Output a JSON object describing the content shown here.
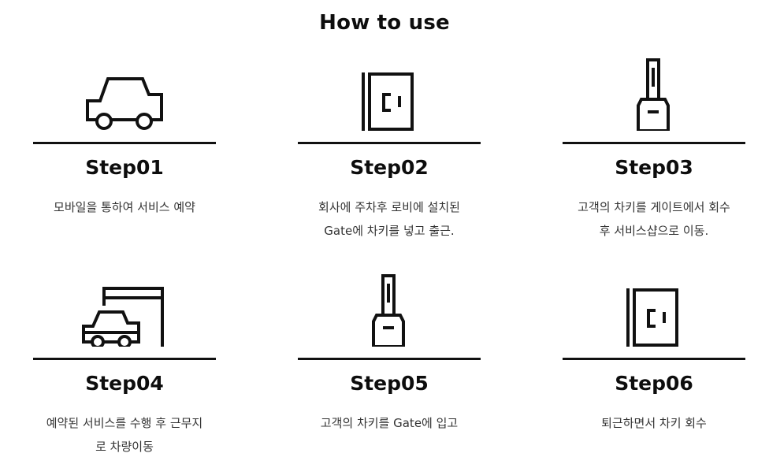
{
  "title": "How to use",
  "steps": [
    {
      "title": "Step01",
      "icon": "car-icon",
      "desc": [
        "모바일을 통하여 서비스 예약"
      ]
    },
    {
      "title": "Step02",
      "icon": "parking-box-icon",
      "desc": [
        "회사에 주차후 로비에 설치된",
        "Gate에 차키를 넣고 출근."
      ]
    },
    {
      "title": "Step03",
      "icon": "key-gate-icon",
      "desc": [
        "고객의 차키를 게이트에서 회수",
        "후 서비스샵으로 이동."
      ]
    },
    {
      "title": "Step04",
      "icon": "car-garage-icon",
      "desc": [
        "예약된 서비스를 수행 후 근무지",
        "로 차량이동"
      ]
    },
    {
      "title": "Step05",
      "icon": "key-gate-icon",
      "desc": [
        "고객의 차키를 Gate에 입고"
      ]
    },
    {
      "title": "Step06",
      "icon": "parking-box-icon",
      "desc": [
        "퇴근하면서 차키 회수"
      ]
    }
  ]
}
